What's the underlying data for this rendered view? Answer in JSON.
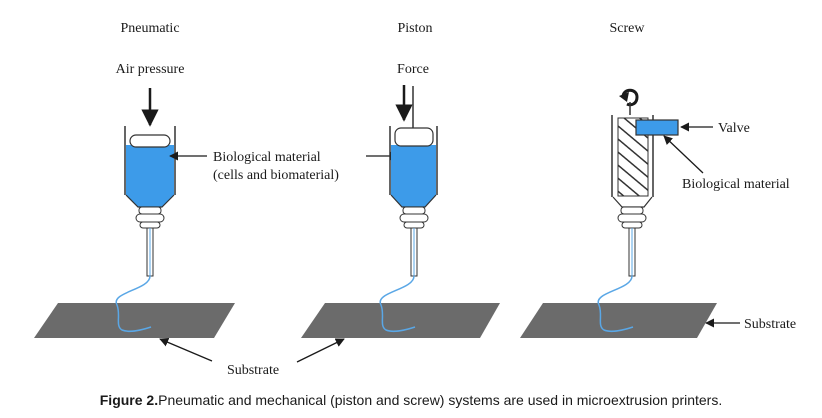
{
  "diagram": {
    "titles": {
      "pneumatic": "Pneumatic",
      "piston": "Piston",
      "screw": "Screw"
    },
    "labels": {
      "air_pressure": "Air pressure",
      "force": "Force",
      "biological_material_line1": "Biological material",
      "biological_material_line2": "(cells and biomaterial)",
      "valve": "Valve",
      "biological_material_screw": "Biological material",
      "substrate_bottom": "Substrate",
      "substrate_right": "Substrate"
    },
    "colors": {
      "material": "#3d9be9",
      "substrate": "#6b6b6b",
      "filament": "#5aa7e6",
      "ink": "#1a1a1a"
    }
  },
  "caption": {
    "label": "Figure 2.",
    "text": "Pneumatic and mechanical (piston and screw) systems are used in microextrusion printers."
  }
}
